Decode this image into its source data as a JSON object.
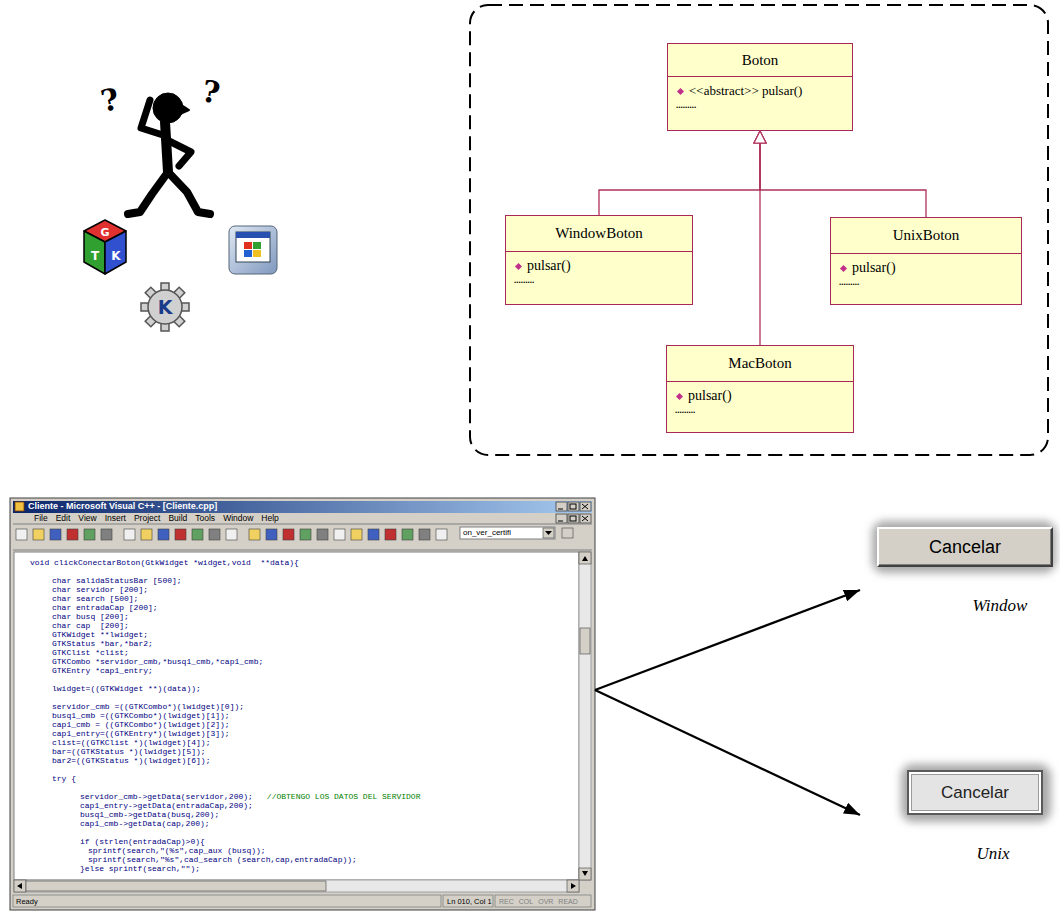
{
  "diagram": {
    "nodes": [
      {
        "text": [
          "Boton",
          "<<abstract>> pulsar()",
          "........."
        ]
      },
      {
        "text": [
          "WindowBoton",
          "pulsar()",
          "........."
        ]
      },
      {
        "text": [
          "UnixBoton",
          "pulsar()",
          "........."
        ]
      },
      {
        "text": [
          "MacBoton",
          "pulsar()",
          "........."
        ]
      },
      {
        "text": [
          "Cliente - Microsoft Visual C++ - [Cliente.cpp]",
          "File",
          "Edit",
          "View",
          "Insert",
          "Project",
          "Build",
          "Tools",
          "Window",
          "Help",
          "on_ver_certifi",
          "void clickConectarBoton(GtkWidget *widget,void  **data){",
          "char salidaStatusBar [500];",
          "char servidor [200];",
          "char search [500];",
          "char entradaCap [200];",
          "char busq [200];",
          "char cap  [200];",
          "GTKWidget **lwidget;",
          "GTKStatus *bar,*bar2;",
          "GTKClist *clist;",
          "GTKCombo *servidor_cmb,*busq1_cmb,*cap1_cmb;",
          "GTKEntry *cap1_entry;",
          "lwidget=((GTKWidget **)(data));",
          "servidor_cmb =((GTKCombo*)(lwidget)[0]);",
          "busq1_cmb =((GTKCombo*)(lwidget)[1]);",
          "cap1_cmb = ((GTKCombo*)(lwidget)[2]);",
          "cap1_entry=((GTKEntry*)(lwidget)[3]);",
          "clist=((GTKClist *)(lwidget)[4]);",
          "bar=((GTKStatus *)(lwidget)[5]);",
          "bar2=((GTKStatus *)(lwidget)[6]);",
          "try {",
          "servidor_cmb->getData(servidor,200);",
          "//OBTENGO LOS DATOS DEL SERVIDOR",
          "cap1_entry->getData(entradaCap,200);",
          "busq1_cmb->getData(busq,200);",
          "cap1_cmb->getData(cap,200);",
          "if (strlen(entradaCap)>0){",
          "sprintf(search,\"(%s\",cap_aux (busq));",
          "sprintf(search,\"%s\",cad_search (search,cap,entradaCap));",
          "}else sprintf(search,\"\");",
          "Ready",
          "Ln 010, Col 1",
          "REC",
          "COL",
          "OVR",
          "READ"
        ]
      },
      {
        "text": [
          "Cancelar",
          "Window"
        ]
      },
      {
        "text": [
          "Cancelar",
          "Unix"
        ]
      }
    ],
    "edges": [
      {
        "from": 1,
        "to": 0,
        "arrow": "to"
      },
      {
        "from": 2,
        "to": 0,
        "arrow": "to"
      },
      {
        "from": 3,
        "to": 0,
        "arrow": "to"
      },
      {
        "from": 4,
        "to": 5,
        "arrow": "to"
      },
      {
        "from": 4,
        "to": 6,
        "arrow": "to"
      }
    ],
    "labels": [
      "?",
      "?",
      "G",
      "T",
      "K",
      "K"
    ]
  }
}
